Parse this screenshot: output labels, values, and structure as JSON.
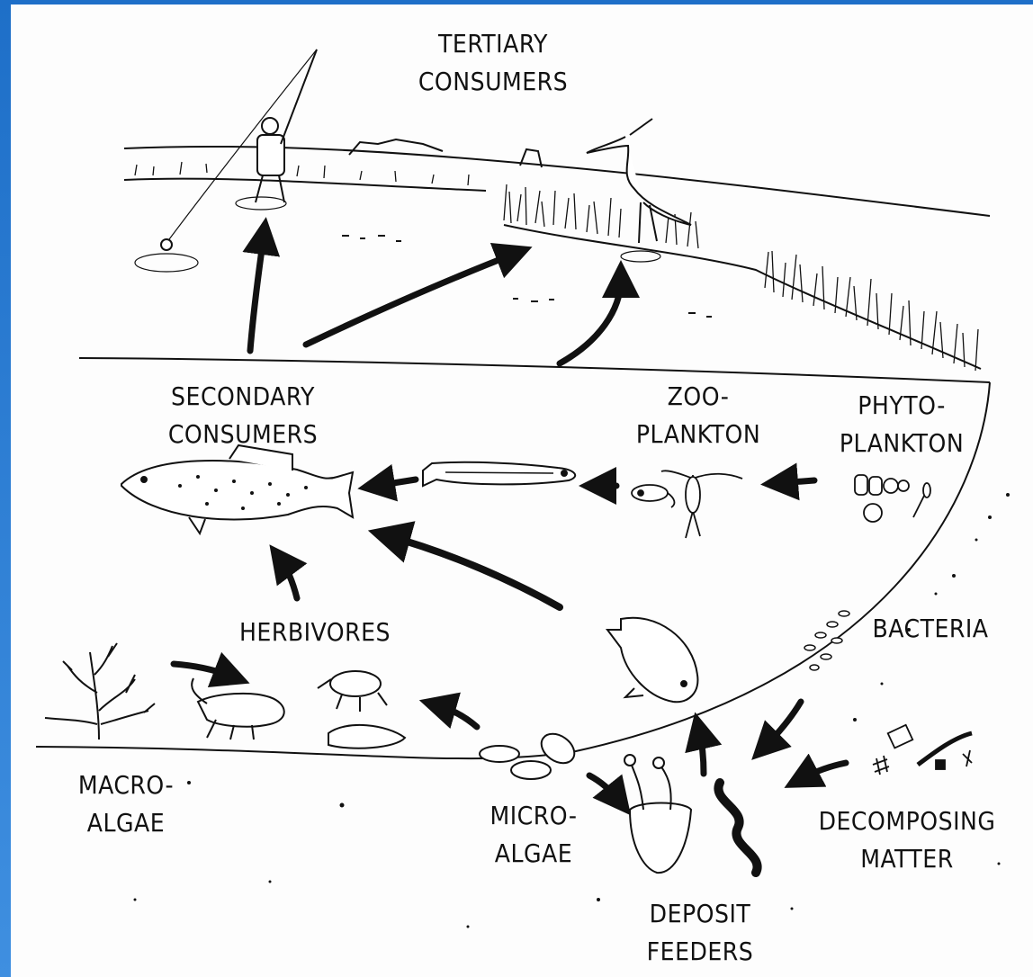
{
  "labels": {
    "tertiary": [
      "TERTIARY",
      "CONSUMERS"
    ],
    "secondary": [
      "SECONDARY",
      "CONSUMERS"
    ],
    "zooplankton": [
      "ZOO-",
      "PLANKTON"
    ],
    "phytoplankton": [
      "PHYTO-",
      "PLANKTON"
    ],
    "herbivores": [
      "HERBIVORES"
    ],
    "bacteria": [
      "BACTERIA"
    ],
    "macroalgae": [
      "MACRO-",
      "ALGAE"
    ],
    "microalgae": [
      "MICRO-",
      "ALGAE"
    ],
    "decomposing": [
      "DECOMPOSING",
      "MATTER"
    ],
    "deposit": [
      "DEPOSIT",
      "FEEDERS"
    ]
  },
  "colors": {
    "ink": "#111111",
    "paper": "#fdfdfd",
    "frame": "#1565c0"
  }
}
